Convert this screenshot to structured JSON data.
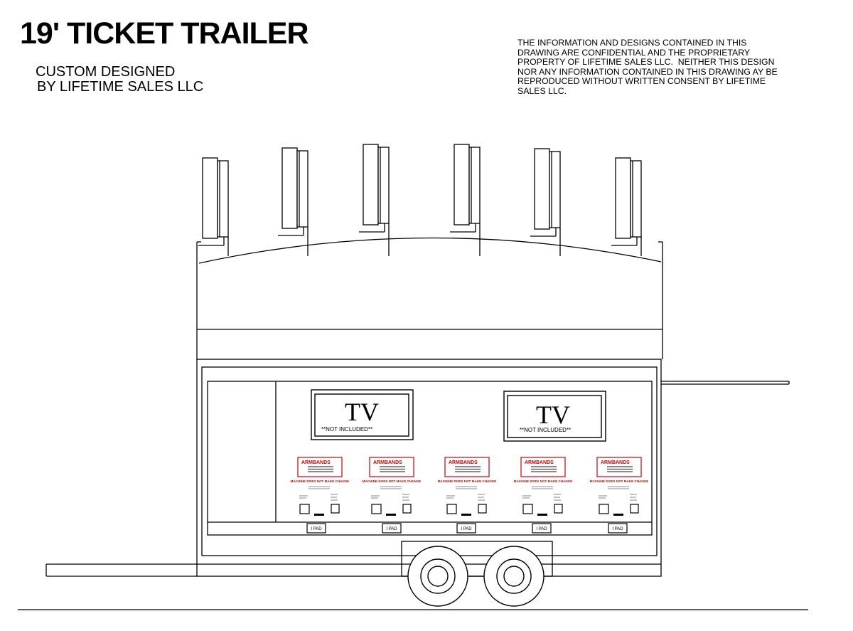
{
  "header": {
    "title": "19' TICKET TRAILER",
    "subtitle_lines": [
      "CUSTOM DESIGNED",
      "BY LIFETIME SALES LLC"
    ],
    "notice_lines": [
      "THE INFORMATION AND DESIGNS CONTAINED IN THIS",
      "DRAWING ARE CONFIDENTIAL AND THE PROPRIETARY",
      "PROPERTY OF LIFETIME SALES LLC.  NEITHER THIS DESIGN",
      "NOR ANY INFORMATION CONTAINED IN THIS DRAWING AY BE",
      "REPRODUCED WITHOUT WRITTEN CONSENT BY LIFETIME",
      "SALES LLC."
    ]
  },
  "drawing": {
    "line_color": "#000000",
    "accent_color": "#cc0000",
    "tvs": [
      {
        "label": "TV",
        "note": "**NOT INCLUDED**"
      },
      {
        "label": "TV",
        "note": "**NOT INCLUDED**"
      }
    ],
    "kiosk_heading": "ARMBANDS",
    "kiosk_warning": "MACHINE DOES NOT MAKE CHANGE",
    "kiosk_count": 5,
    "ipad_label": "I PAD",
    "light_count": 6,
    "wheel_count": 2
  }
}
